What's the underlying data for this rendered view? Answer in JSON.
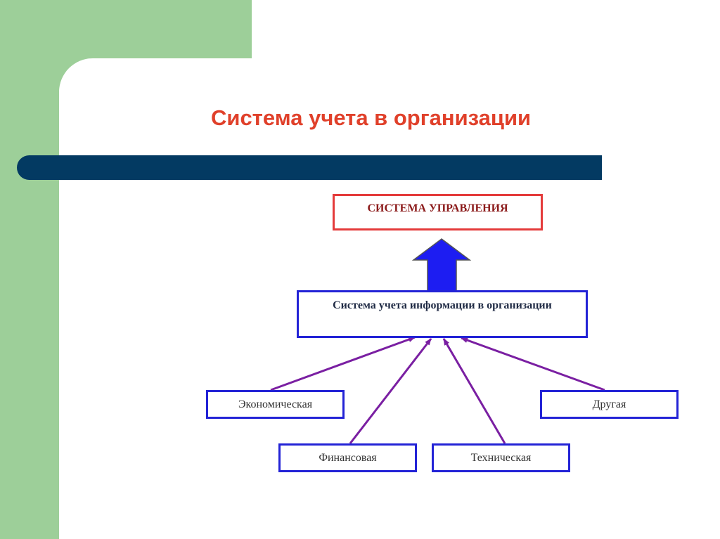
{
  "slide": {
    "title": "Система учета в организации"
  },
  "diagram": {
    "top_node": "СИСТЕМА УПРАВЛЕНИЯ",
    "center_node": "Система учета информации в организации",
    "sources": {
      "economic": "Экономическая",
      "other": "Другая",
      "financial": "Финансовая",
      "technical": "Техническая"
    },
    "colors": {
      "background_panel": "#9dcf99",
      "header_bar": "#033a62",
      "title": "#e0402a",
      "top_node_border": "#e43b3b",
      "node_border": "#2323d6",
      "big_arrow": "#1d1df2",
      "connector": "#7a1fa2"
    },
    "relations": [
      {
        "from": "Экономическая",
        "to": "Система учета информации в организации"
      },
      {
        "from": "Финансовая",
        "to": "Система учета информации в организации"
      },
      {
        "from": "Техническая",
        "to": "Система учета информации в организации"
      },
      {
        "from": "Другая",
        "to": "Система учета информации в организации"
      },
      {
        "from": "Система учета информации в организации",
        "to": "СИСТЕМА УПРАВЛЕНИЯ"
      }
    ]
  }
}
